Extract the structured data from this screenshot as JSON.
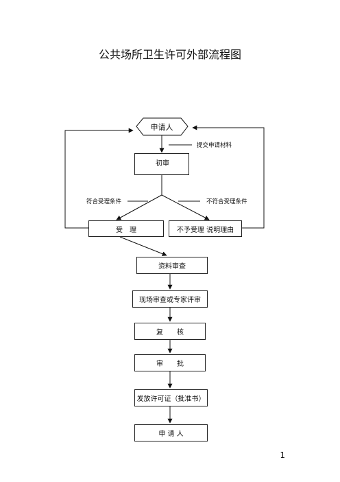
{
  "title": "公共场所卫生许可外部流程图",
  "nodes": {
    "applicant_top": "申请人",
    "initial_review": "初审",
    "accept": "受　理",
    "reject": "不予受理 说明理由",
    "doc_review": "资料审查",
    "site_review": "现场审查或专家评审",
    "recheck": "复　　核",
    "approve": "审　　批",
    "issue": "发放许可证（批准书）",
    "applicant_bottom": "申 请 人"
  },
  "labels": {
    "submit": "提交申请材料",
    "meets": "符合受理条件",
    "not_meets": "不符合受理条件"
  },
  "page_number": "1"
}
